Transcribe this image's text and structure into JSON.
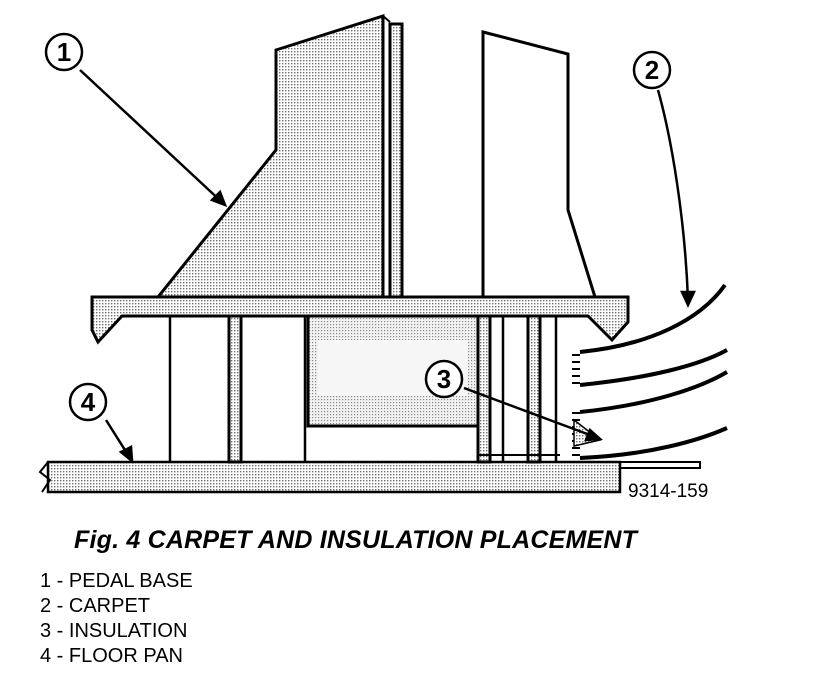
{
  "callouts": [
    {
      "id": 1,
      "label": "1"
    },
    {
      "id": 2,
      "label": "2"
    },
    {
      "id": 3,
      "label": "3"
    },
    {
      "id": 4,
      "label": "4"
    }
  ],
  "figure_number": "9314-159",
  "caption": "Fig. 4 CARPET AND INSULATION PLACEMENT",
  "legend": [
    "1 - PEDAL BASE",
    "2 - CARPET",
    "3 - INSULATION",
    "4 - FLOOR PAN"
  ],
  "colors": {
    "ink": "#000000",
    "shading": "#c8c8c8",
    "paper": "#ffffff"
  }
}
